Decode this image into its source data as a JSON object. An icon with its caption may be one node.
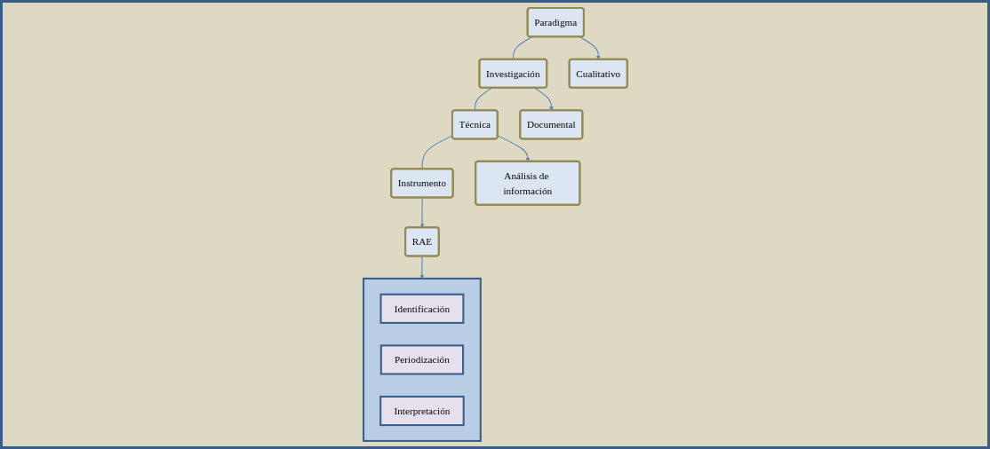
{
  "diagram": {
    "nodes": [
      {
        "text": [
          "Paradigma"
        ]
      },
      {
        "text": [
          "Investigación"
        ]
      },
      {
        "text": [
          "Técnica"
        ]
      },
      {
        "text": [
          "Instrumento"
        ]
      },
      {
        "text": [
          "Cualitativo"
        ]
      },
      {
        "text": [
          "Documental"
        ]
      },
      {
        "text": [
          "Análisis de información"
        ]
      },
      {
        "text": [
          "RAE"
        ]
      },
      {
        "text": [],
        "shape": "box"
      },
      {
        "text": [
          "Identificación"
        ],
        "in": 8
      },
      {
        "text": [
          "Periodización"
        ],
        "in": 8
      },
      {
        "text": [
          "Interpretación"
        ],
        "in": 8
      }
    ],
    "edges": [
      {
        "from": 0,
        "to": 1,
        "arrow": "none"
      },
      {
        "from": 1,
        "to": 2,
        "arrow": "none"
      },
      {
        "from": 2,
        "to": 3,
        "arrow": "none"
      },
      {
        "from": 0,
        "to": 4,
        "arrow": "to"
      },
      {
        "from": 1,
        "to": 5,
        "arrow": "to"
      },
      {
        "from": 2,
        "to": 6,
        "arrow": "to"
      },
      {
        "from": 3,
        "to": 7,
        "arrow": "to"
      },
      {
        "from": 7,
        "to": 8,
        "arrow": "to"
      }
    ]
  }
}
